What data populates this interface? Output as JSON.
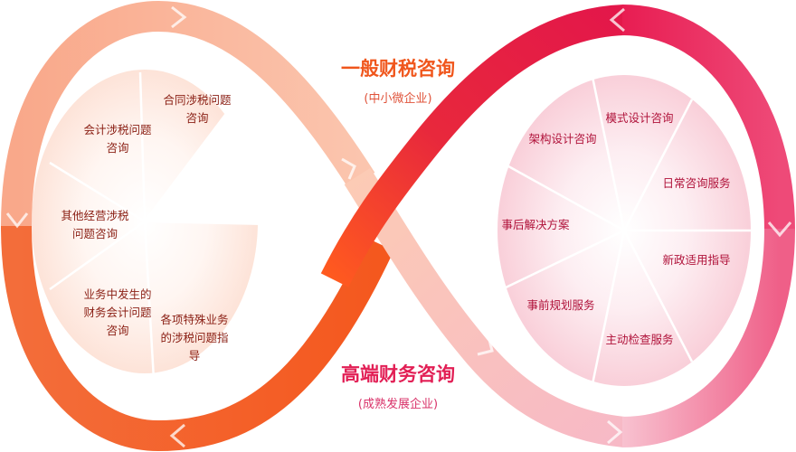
{
  "top_service": {
    "title": "一般财税咨询",
    "subtitle": "(中小微企业)"
  },
  "bottom_service": {
    "title": "高端财务咨询",
    "subtitle": "(成熟发展企业)"
  },
  "left_items": [
    [
      "合同涉税问题",
      "咨询"
    ],
    [
      "会计涉税问题",
      "咨询"
    ],
    [
      "其他经营涉税",
      "问题咨询"
    ],
    [
      "业务中发生的",
      "财务会计问题",
      "咨询"
    ],
    [
      "各项特殊业务",
      "的涉税问题指",
      "导"
    ]
  ],
  "right_items": [
    [
      "模式设计咨询"
    ],
    [
      "架构设计咨询"
    ],
    [
      "日常咨询服务"
    ],
    [
      "事后解决方案"
    ],
    [
      "新政适用指导"
    ],
    [
      "事前规划服务"
    ],
    [
      "主动检查服务"
    ]
  ],
  "colors": {
    "left_loop": "#f5652a",
    "right_loop": "#e8285a",
    "left_fill": "#fde7de",
    "right_fill": "#fbd5de"
  }
}
